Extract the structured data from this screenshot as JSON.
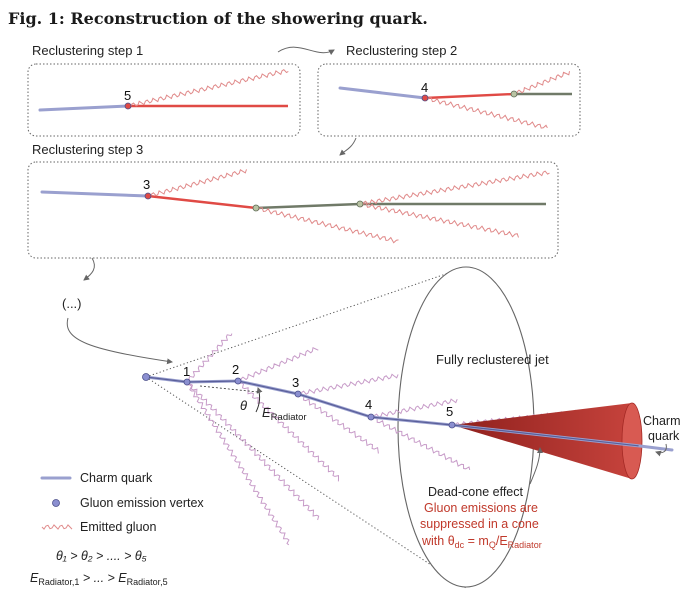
{
  "figure": {
    "title": "Fig. 1: Reconstruction of the showering quark.",
    "panels": [
      {
        "label": "Reclustering step 1",
        "vertex_label": "5"
      },
      {
        "label": "Reclustering step 2",
        "vertex_label": "4"
      },
      {
        "label": "Reclustering step 3",
        "vertex_label": "3"
      }
    ],
    "ellipsis": "(...)",
    "main": {
      "vertex_labels": [
        "1",
        "2",
        "3",
        "4",
        "5"
      ],
      "theta": "θ",
      "energy_main": "E",
      "energy_sub": "Radiator",
      "jet_label": "Fully reclustered jet",
      "charm_label_1": "Charm",
      "charm_label_2": "quark",
      "dead_cone_title": "Dead-cone effect",
      "dead_cone_line1": "Gluon emissions are",
      "dead_cone_line2": "suppressed in a cone",
      "dead_cone_with": "with θ",
      "dead_cone_dc": "dc",
      "dead_cone_eq": " = m",
      "dead_cone_q": "Q",
      "dead_cone_slash": "/E",
      "dead_cone_rad": "Radiator"
    },
    "legend": {
      "charm_quark": "Charm quark",
      "vertex": "Gluon emission vertex",
      "gluon": "Emitted gluon",
      "theta_order": "θ₁ > θ₂ > .... > θ₅",
      "energy_order_prefix": "E",
      "energy_order_sub1": "Radiator,1",
      "energy_order_mid": " > ... > E",
      "energy_order_sub2": "Radiator,5"
    },
    "colors": {
      "quark": "#9aa0cf",
      "hot_segment": "#e04a45",
      "clustered_segment": "#707a68",
      "gluon": "#e08a8a",
      "cone": "#b8332e",
      "red_text": "#c0392b"
    }
  }
}
